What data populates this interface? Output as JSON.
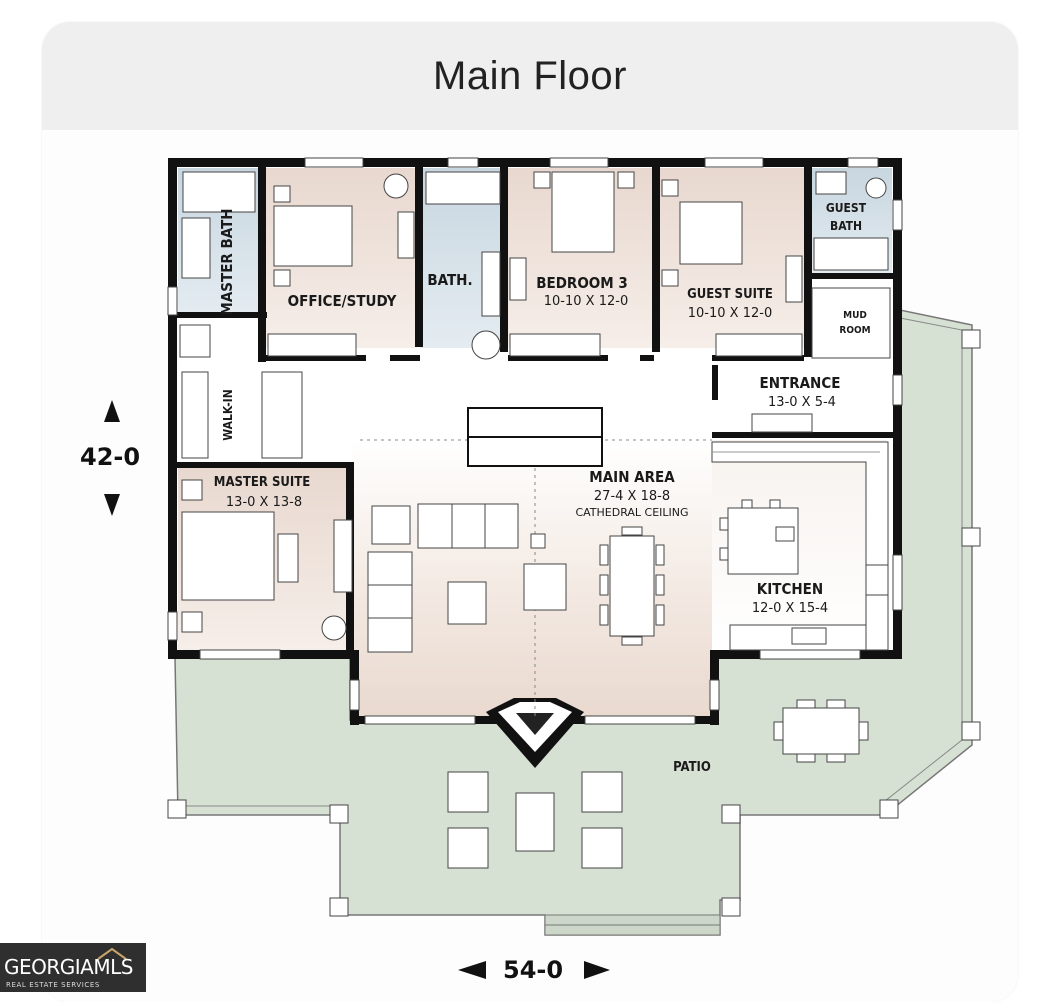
{
  "header": {
    "title": "Main Floor"
  },
  "rooms": {
    "master_bath": "MASTER BATH",
    "office": "OFFICE/STUDY",
    "bath": "BATH.",
    "bedroom3": {
      "name": "BEDROOM 3",
      "size": "10-10 X 12-0"
    },
    "guest_suite": {
      "name": "GUEST SUITE",
      "size": "10-10 X 12-0"
    },
    "guest_bath_line1": "GUEST",
    "guest_bath_line2": "BATH",
    "mud_room_line1": "MUD",
    "mud_room_line2": "ROOM",
    "entrance": {
      "name": "ENTRANCE",
      "size": "13-0 X 5-4"
    },
    "walk_in": "WALK-IN",
    "master_suite": {
      "name": "MASTER SUITE",
      "size": "13-0 X 13-8"
    },
    "main_area": {
      "name": "MAIN AREA",
      "size": "27-4 X 18-8",
      "note": "CATHEDRAL CEILING"
    },
    "kitchen": {
      "name": "KITCHEN",
      "size": "12-0 X 15-4"
    },
    "patio": "PATIO"
  },
  "dimensions": {
    "depth": "42-0",
    "width": "54-0"
  },
  "logo": {
    "main": "GEORGIAMLS",
    "sub": "REAL ESTATE SERVICES"
  },
  "colors": {
    "wall": "#111111",
    "bedroom_fill": "#ecdfd8",
    "bath_fill": "#cfdbe3",
    "patio_fill": "#d6e0d2",
    "main_fill": "#eee3dc"
  }
}
